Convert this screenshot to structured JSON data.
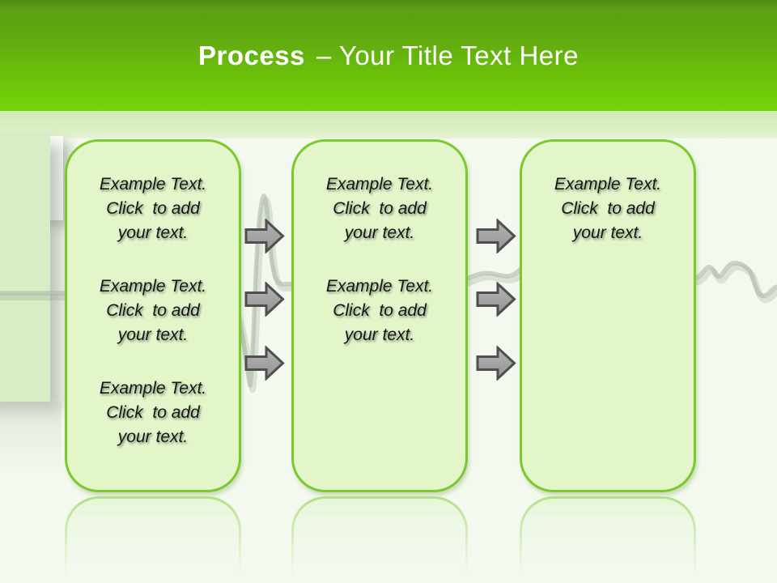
{
  "title": {
    "emphasis": "Process",
    "rest": "– Your Title Text Here"
  },
  "boxes": [
    {
      "name": "step-1",
      "paragraphs": [
        [
          "Example Text.",
          "Click  to add",
          "your text."
        ],
        [
          "Example Text.",
          "Click  to add",
          "your text."
        ],
        [
          "Example Text.",
          "Click  to add",
          "your text."
        ]
      ]
    },
    {
      "name": "step-2",
      "paragraphs": [
        [
          "Example Text.",
          "Click  to add",
          "your text."
        ],
        [
          "Example Text.",
          "Click  to add",
          "your text."
        ]
      ]
    },
    {
      "name": "step-3",
      "paragraphs": [
        [
          "Example Text.",
          "Click  to add",
          "your text."
        ]
      ]
    }
  ],
  "icons": {
    "arrow": "arrow-right-icon"
  },
  "colors": {
    "header_green_top": "#5b9e14",
    "header_green_bottom": "#74d506",
    "accent_band": "#d8eec0",
    "box_fill": "#e2f6ca",
    "box_border": "#7bc92e",
    "arrow_fill": "#a3a3a3",
    "arrow_stroke": "#4f4f4f",
    "body_background": "#f3f9ee",
    "text": "#161616",
    "title_text": "#ffffff"
  }
}
